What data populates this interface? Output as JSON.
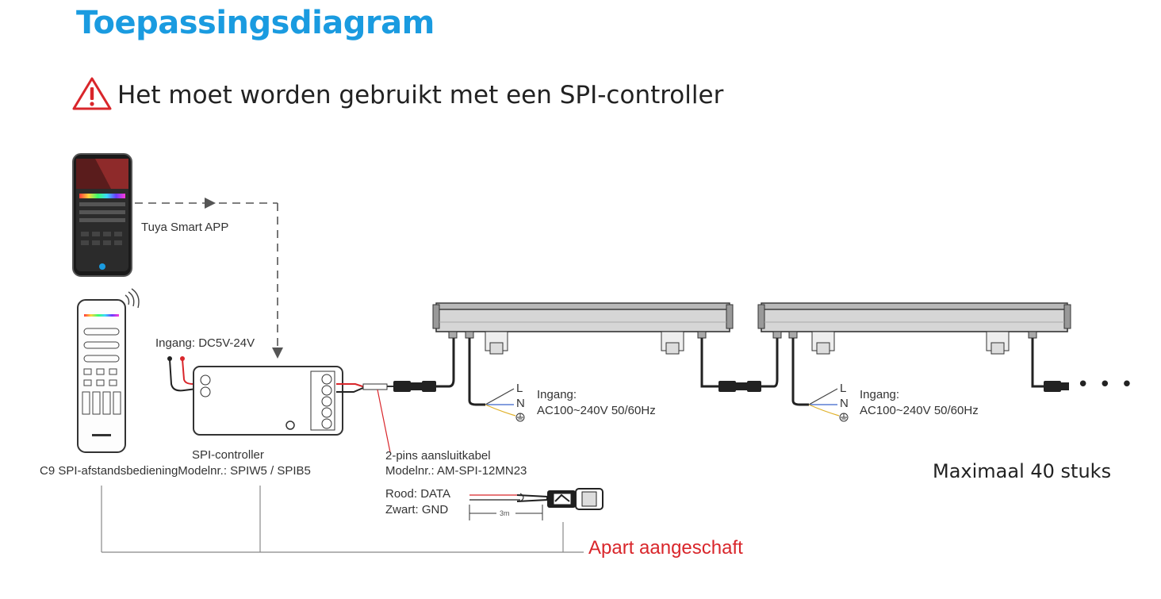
{
  "title": "Toepassingsdiagram",
  "warning": {
    "text": "Het moet worden gebruikt met een SPI-controller",
    "icon": "warning-triangle-icon",
    "color": "#d9262b"
  },
  "app": {
    "label": "Tuya Smart APP"
  },
  "remote": {
    "label": "C9 SPI-afstandsbediening"
  },
  "controller": {
    "input": "Ingang: DC5V-24V",
    "name": "SPI-controller",
    "model": "Modelnr.: SPIW5 / SPIB5"
  },
  "cable": {
    "name": "2-pins aansluitkabel",
    "model": "Modelnr.: AM-SPI-12MN23",
    "red_wire": "Rood: DATA",
    "black_wire": "Zwart: GND",
    "length": "3m"
  },
  "lamp_input": {
    "l": "L",
    "n": "N",
    "label": "Ingang:",
    "voltage": "AC100~240V 50/60Hz"
  },
  "max": "Maximaal 40 stuks",
  "separately": "Apart aangeschaft",
  "ellipsis": "• • •",
  "colors": {
    "title": "#1a9be0",
    "accent_red": "#d9262b",
    "wire_blue": "#3a63c9",
    "wire_yellow": "#e0b12a"
  }
}
